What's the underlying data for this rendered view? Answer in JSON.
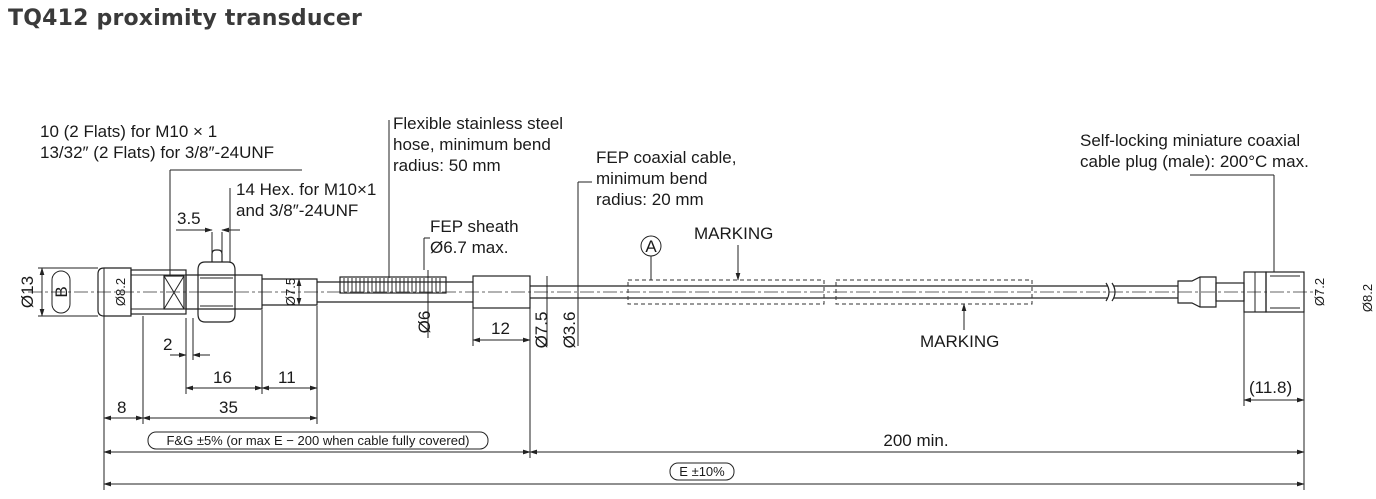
{
  "title": "TQ412 proximity transducer",
  "labels": {
    "flats_1": "10 (2 Flats) for M10 × 1",
    "flats_2": "13/32″ (2 Flats) for 3/8″-24UNF",
    "hex_1": "14 Hex. for M10×1",
    "hex_2": "and 3/8″-24UNF",
    "hose_1": "Flexible stainless steel",
    "hose_2": "hose, minimum bend",
    "hose_3": "radius: 50 mm",
    "fep_sheath_1": "FEP sheath",
    "fep_sheath_2": "Ø6.7 max.",
    "coax_1": "FEP coaxial cable,",
    "coax_2": "minimum bend",
    "coax_3": "radius: 20 mm",
    "plug_1": "Self-locking miniature coaxial",
    "plug_2": "cable plug (male): 200°C max.",
    "marking_top": "MARKING",
    "marking_bottom": "MARKING",
    "circle_a": "A",
    "letter_b": "B"
  },
  "dimensions": {
    "d13": "Ø13",
    "d8_2": "Ø8.2",
    "d7_5_a": "Ø7.5",
    "d6": "Ø6",
    "d7_5_b": "Ø7.5",
    "d3_6": "Ø3.6",
    "d7_2": "Ø7.2",
    "d8_2_edge": "Ø8.2",
    "dim_3_5": "3.5",
    "dim_2": "2",
    "dim_16": "16",
    "dim_11": "11",
    "dim_8": "8",
    "dim_35": "35",
    "dim_12": "12",
    "dim_11_8": "(11.8)",
    "fg_tol": "F&G ±5% (or max E − 200 when cable fully covered)",
    "min_200": "200 min.",
    "e_tol": "E ±10%"
  }
}
